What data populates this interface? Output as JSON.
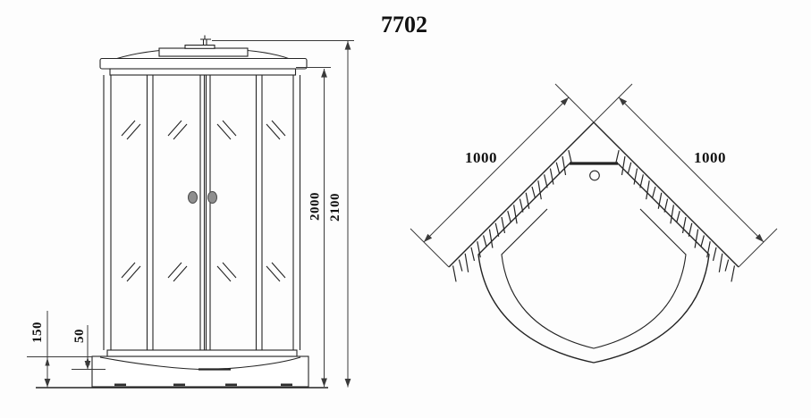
{
  "title": "7702",
  "front_view": {
    "dimensions": {
      "cabin_height": "2000",
      "total_height": "2100",
      "tray_height": "150",
      "tray_lip_depth": "50"
    }
  },
  "top_view": {
    "dimensions": {
      "left_wall_width": "1000",
      "right_wall_width": "1000"
    }
  },
  "colors": {
    "line": "#242424",
    "dimension": "#3a3a3a",
    "handle_fill": "#8f8f8f",
    "background": "#fdfdfd"
  }
}
